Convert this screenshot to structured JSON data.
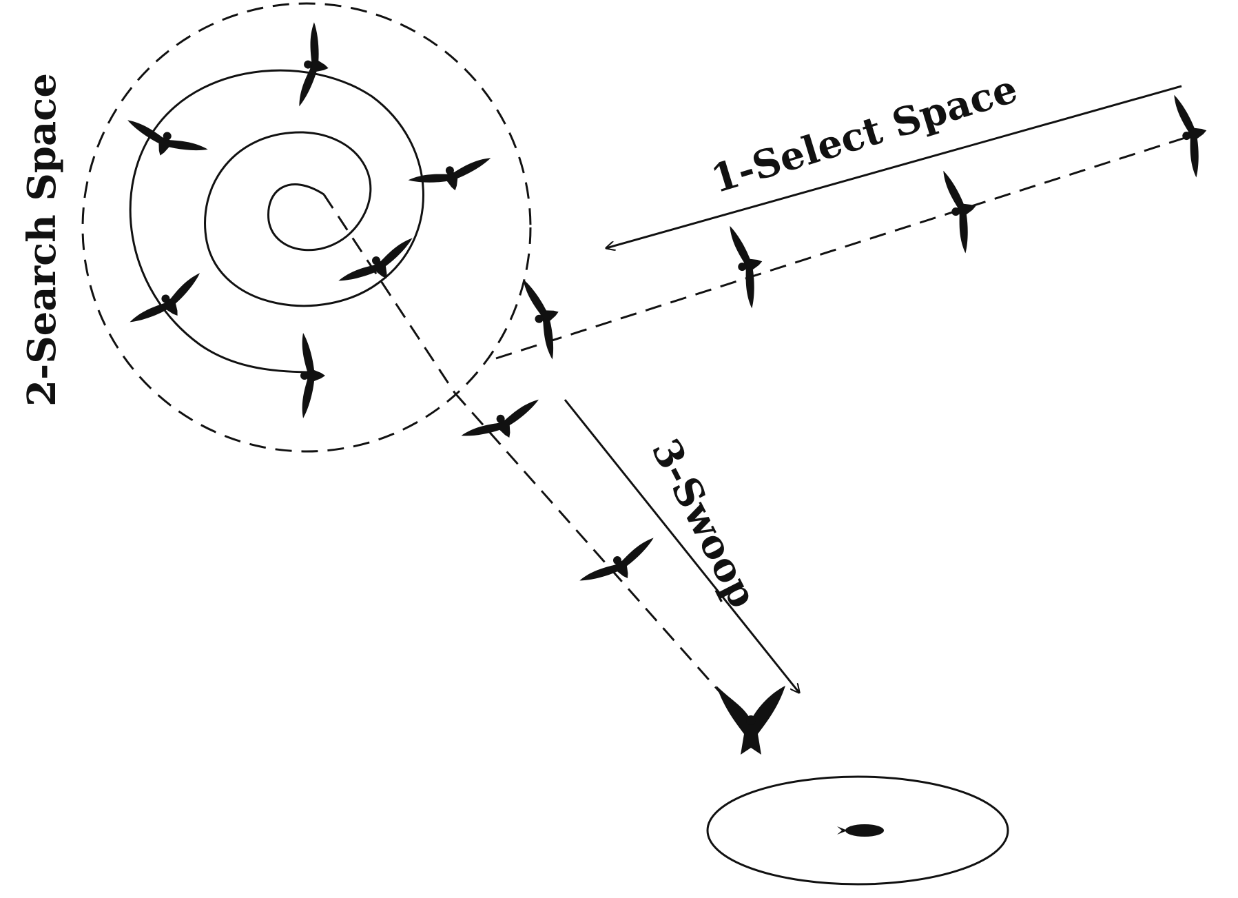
{
  "diagram": {
    "labels": {
      "select_space": "1-Select Space",
      "search_space": "2-Search Space",
      "swoop": "3-Swoop"
    },
    "icons": {
      "bird": "eagle-silhouette-icon",
      "diving_bird": "diving-eagle-icon",
      "prey": "fish-icon"
    },
    "colors": {
      "ink": "#111111",
      "background": "#ffffff"
    }
  }
}
